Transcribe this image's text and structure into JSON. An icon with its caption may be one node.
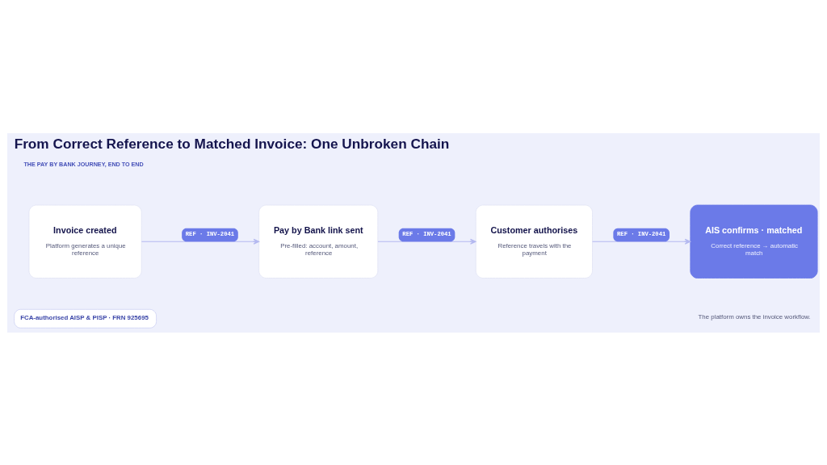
{
  "diagram": {
    "title": "From Correct Reference to Matched Invoice: One Unbroken Chain",
    "nodes": [
      {
        "text": [
          "Invoice created",
          "Platform generates a unique reference"
        ]
      },
      {
        "text": [
          "Pay by Bank link sent",
          "Pre-filled: account, amount, reference"
        ]
      },
      {
        "text": [
          "Customer authorises",
          "Reference travels with the payment"
        ]
      },
      {
        "text": [
          "AIS confirms · matched",
          "Correct reference → automatic match"
        ]
      }
    ],
    "edges": [
      {
        "from": 0,
        "to": 1,
        "arrow": "to",
        "label": "REF · INV-2041"
      },
      {
        "from": 1,
        "to": 2,
        "arrow": "to",
        "label": "REF · INV-2041"
      },
      {
        "from": 2,
        "to": 3,
        "arrow": "to",
        "label": "REF · INV-2041"
      }
    ],
    "labels": [
      "THE PAY BY BANK JOURNEY, END TO END",
      "FCA-authorised AISP & PISP · FRN 925695",
      "The platform owns the invoice workflow."
    ]
  }
}
